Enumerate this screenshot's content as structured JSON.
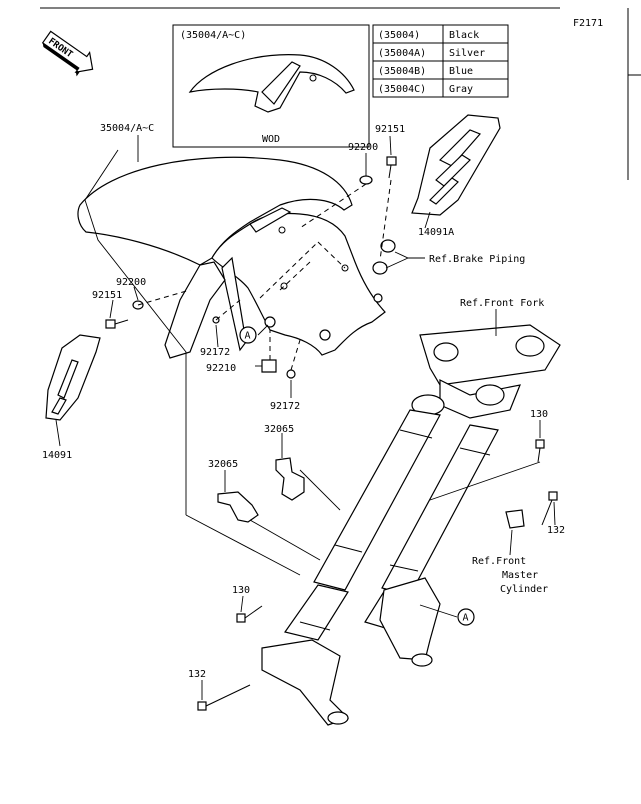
{
  "page_code": "F2171",
  "front_label": "FRONT",
  "inset": {
    "title": "(35004/A~C)",
    "caption": "WOD"
  },
  "color_table": [
    {
      "part": "(35004)",
      "color": "Black"
    },
    {
      "part": "(35004A)",
      "color": "Silver"
    },
    {
      "part": "(35004B)",
      "color": "Blue"
    },
    {
      "part": "(35004C)",
      "color": "Gray"
    }
  ],
  "callouts": {
    "fender_main": "35004/A~C",
    "bolt_right": "92151",
    "washer_right": "92200",
    "cover_right": "14091A",
    "ref_brake": "Ref.Brake Piping",
    "washer_left": "92200",
    "bolt_left": "92151",
    "cover_left": "14091",
    "bracket_a": "32065",
    "bracket_b": "32065",
    "screw_upper": "92172",
    "nut": "92210",
    "screw_lower": "92172",
    "ref_fork": "Ref.Front Fork",
    "bolt_130_right": "130",
    "bolt_132_right": "132",
    "ref_master_1": "Ref.Front",
    "ref_master_2": "Master",
    "ref_master_3": "Cylinder",
    "bolt_130_left": "130",
    "bolt_132_left": "132",
    "marker_a_1": "A",
    "marker_a_2": "A"
  }
}
